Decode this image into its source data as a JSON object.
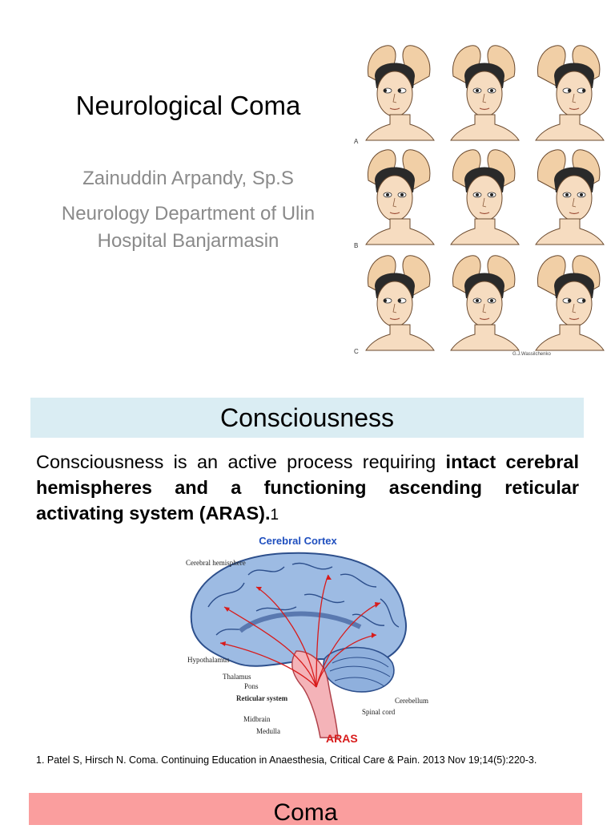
{
  "slide1": {
    "title": "Neurological Coma",
    "author": "Zainuddin Arpandy, Sp.S",
    "department": "Neurology Department of Ulin Hospital Banjarmasin",
    "figure": {
      "row_labels": [
        "A",
        "B",
        "C"
      ],
      "credit": "G.J.Wassilchenko"
    }
  },
  "slide2": {
    "header": "Consciousness",
    "body_plain": "Consciousness is an active process requiring ",
    "body_bold": "intact cerebral hemispheres and a functioning ascending reticular activating system (ARAS).",
    "body_citation": "1",
    "diagram": {
      "title": "Cerebral Cortex",
      "footer": "ARAS",
      "labels": [
        "Cerebral hemisphere",
        "Hypothalamus",
        "Thalamus",
        "Pons",
        "Reticular system",
        "Midbrain",
        "Medulla",
        "Cerebellum",
        "Spinal cord"
      ]
    },
    "reference": "1. Patel S, Hirsch N. Coma. Continuing Education in Anaesthesia, Critical Care & Pain. 2013 Nov 19;14(5):220-3."
  },
  "slide3": {
    "header": "Coma"
  },
  "colors": {
    "consciousness_header_bg": "#daedf3",
    "coma_header_bg": "#fa9e9e",
    "subtitle_gray": "#8a8a8a",
    "diagram_title_blue": "#1f4fbf",
    "diagram_aras_red": "#d81b1b"
  }
}
